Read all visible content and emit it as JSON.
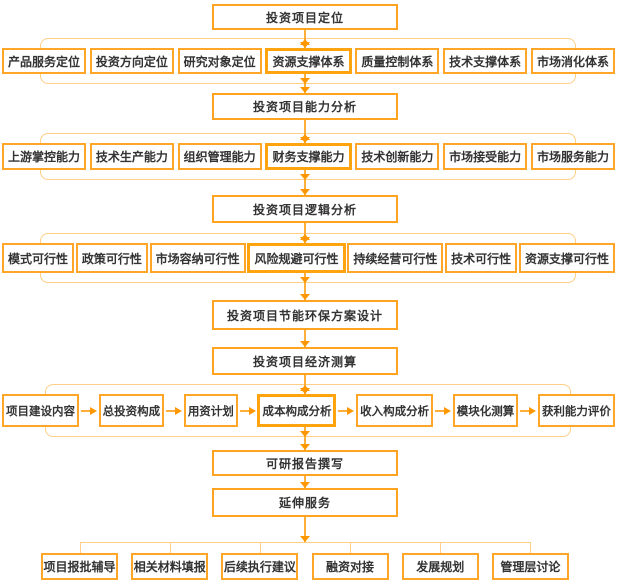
{
  "diagram": {
    "type": "flowchart",
    "orientation": "top-down",
    "levels": [
      {
        "id": "L1",
        "label": "投资项目定位"
      },
      {
        "id": "L2",
        "label": "投资项目能力分析"
      },
      {
        "id": "L3",
        "label": "投资项目逻辑分析"
      },
      {
        "id": "L4",
        "label": "投资项目节能环保方案设计"
      },
      {
        "id": "L5",
        "label": "投资项目经济测算"
      },
      {
        "id": "L6",
        "label": "可研报告撰写"
      },
      {
        "id": "L7",
        "label": "延伸服务"
      }
    ],
    "rows": {
      "row1": {
        "parent": "投资项目定位",
        "items": [
          "产品服务定位",
          "投资方向定位",
          "研究对象定位",
          "资源支撑体系",
          "质量控制体系",
          "技术支撑体系",
          "市场消化体系"
        ],
        "emphasized_item": "资源支撑体系"
      },
      "row2": {
        "parent": "投资项目能力分析",
        "items": [
          "上游掌控能力",
          "技术生产能力",
          "组织管理能力",
          "财务支撑能力",
          "技术创新能力",
          "市场接受能力",
          "市场服务能力"
        ],
        "emphasized_item": "财务支撑能力"
      },
      "row3": {
        "parent": "投资项目逻辑分析",
        "items": [
          "模式可行性",
          "政策可行性",
          "市场容纳可行性",
          "风险规避可行性",
          "持续经营可行性",
          "技术可行性",
          "资源支撑可行性"
        ],
        "emphasized_item": "风险规避可行性"
      },
      "row4": {
        "parent": "投资项目经济测算",
        "items": [
          "项目建设内容",
          "总投资构成",
          "用资计划",
          "成本构成分析",
          "收入构成分析",
          "模块化测算",
          "获利能力评价"
        ],
        "emphasized_item": "成本构成分析",
        "item_links": "sequential-right-arrows"
      },
      "row5": {
        "parent": "延伸服务",
        "items": [
          "项目报批辅导",
          "相关材料填报",
          "后续执行建议",
          "融资对接",
          "发展规划",
          "管理层讨论"
        ]
      }
    },
    "colors": {
      "box_border": "#FFA629",
      "box_border_emphasis": "#FFA30F",
      "group_frame": "#FFCF87",
      "connector_line": "#FFAE3C",
      "arrowhead": "#FF9800",
      "text": "#333333",
      "background": "#FFFFFF"
    }
  }
}
